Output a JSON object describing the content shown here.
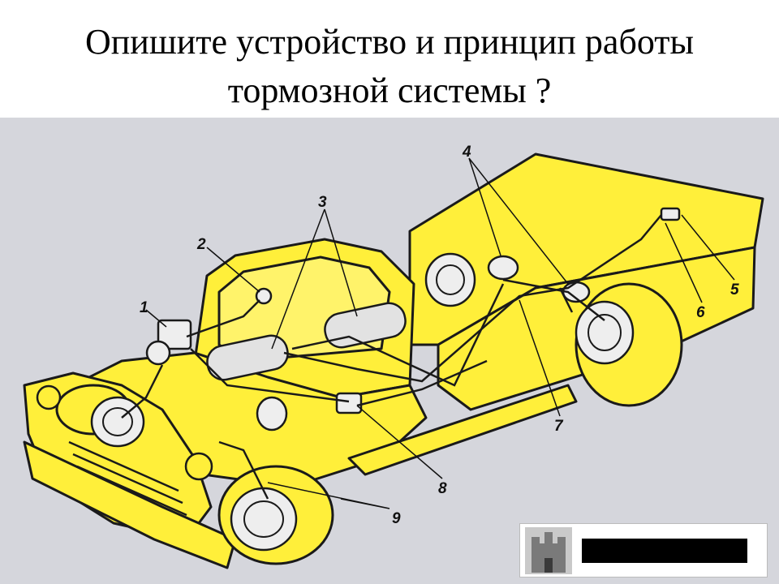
{
  "slide": {
    "title_line1": "Опишите  устройство и принцип работы",
    "title_line2": "тормозной системы ?"
  },
  "diagram": {
    "callouts": [
      "1",
      "2",
      "3",
      "4",
      "5",
      "6",
      "7",
      "8",
      "9"
    ],
    "colors": {
      "truck_body": "#ffef3a",
      "outline": "#1a1a1a",
      "background": "#d5d6dc",
      "brake_parts": "#eeeeee"
    }
  },
  "watermark": {
    "icon": "castle-logo-icon",
    "bar_text": ""
  }
}
